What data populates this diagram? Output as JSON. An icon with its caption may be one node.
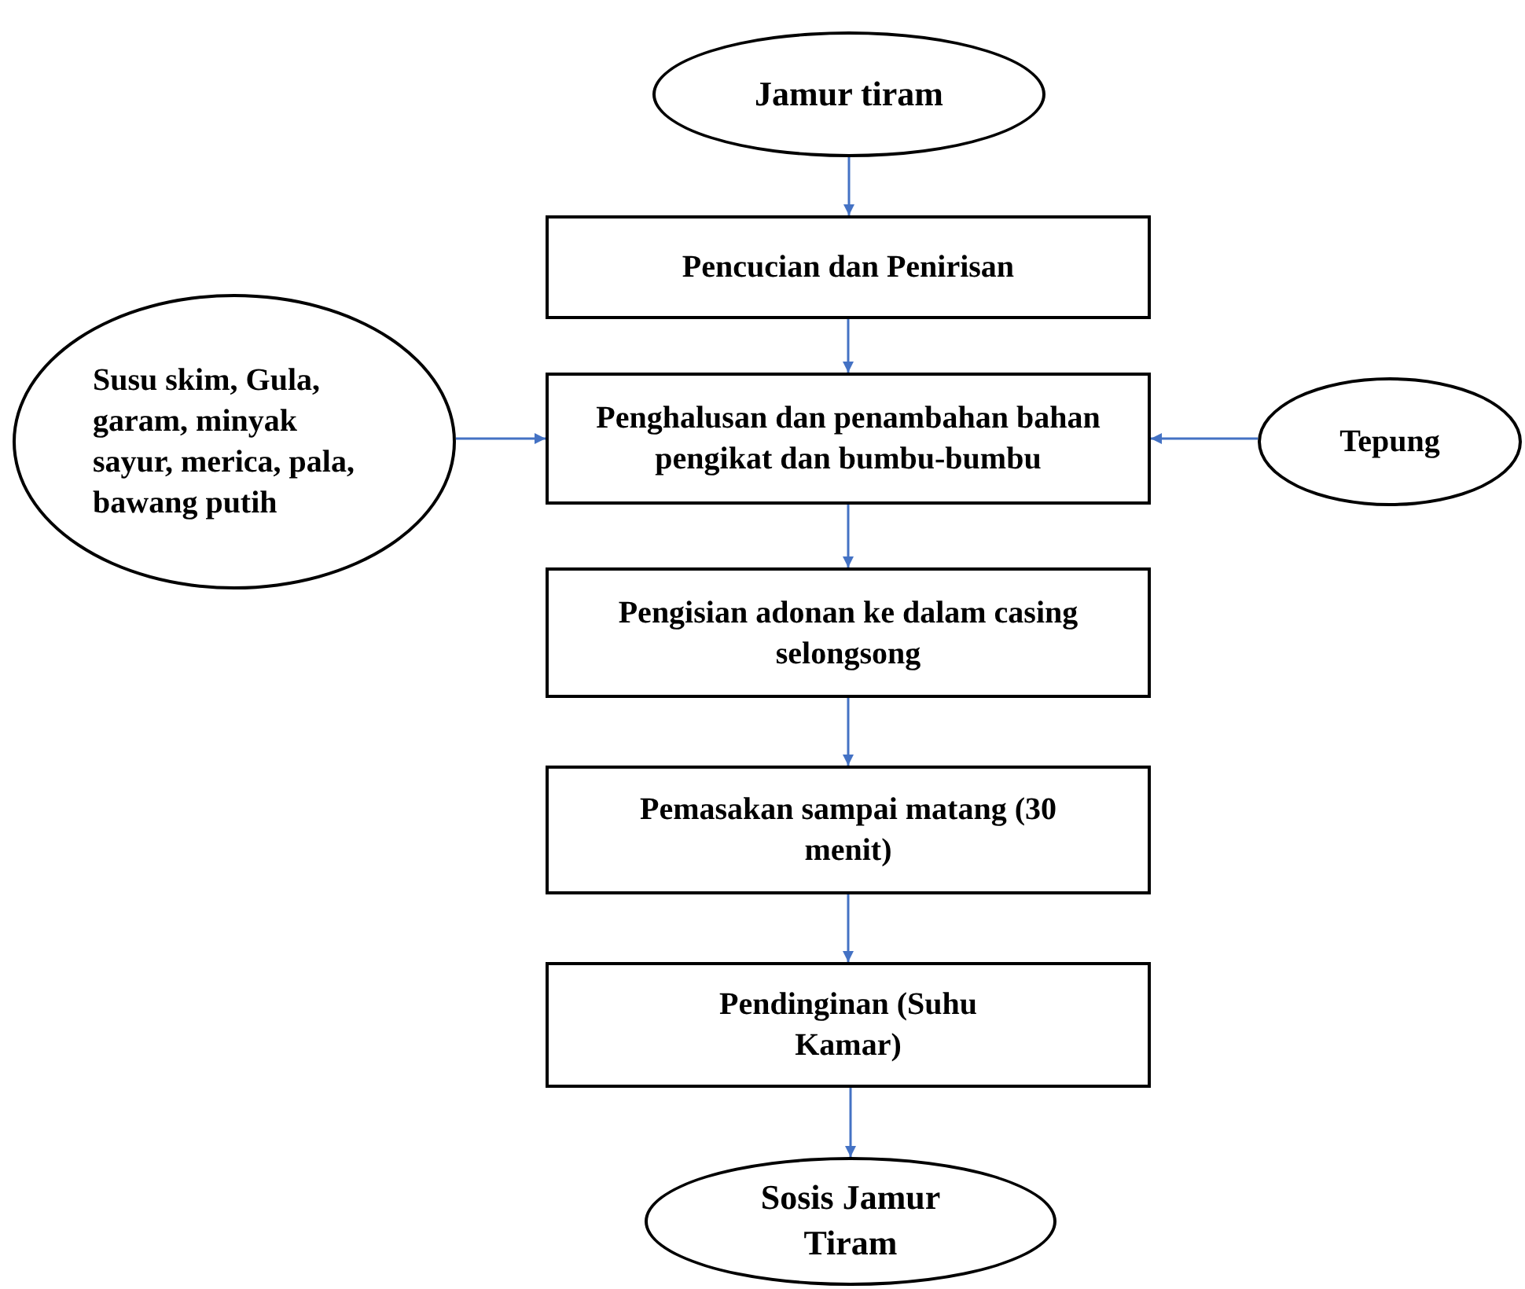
{
  "diagram": {
    "nodes": [
      {
        "text": [
          "Jamur tiram"
        ]
      },
      {
        "text": [
          "Pencucian dan Penirisan"
        ]
      },
      {
        "text": [
          "Susu skim, Gula, garam, minyak sayur, merica, pala, bawang putih"
        ]
      },
      {
        "text": [
          "Penghalusan dan penambahan bahan pengikat dan bumbu-bumbu"
        ]
      },
      {
        "text": [
          "Tepung"
        ]
      },
      {
        "text": [
          "Pengisian adonan ke dalam casing selongsong"
        ]
      },
      {
        "text": [
          "Pemasakan sampai matang (30 menit)"
        ]
      },
      {
        "text": [
          "Pendinginan (Suhu Kamar)"
        ]
      },
      {
        "text": [
          "Sosis Jamur Tiram"
        ]
      }
    ],
    "edges": [
      {
        "from": 0,
        "to": 1,
        "arrow": "to"
      },
      {
        "from": 1,
        "to": 3,
        "arrow": "to"
      },
      {
        "from": 2,
        "to": 3,
        "arrow": "to"
      },
      {
        "from": 4,
        "to": 3,
        "arrow": "to"
      },
      {
        "from": 3,
        "to": 5,
        "arrow": "to"
      },
      {
        "from": 5,
        "to": 6,
        "arrow": "to"
      },
      {
        "from": 6,
        "to": 7,
        "arrow": "to"
      },
      {
        "from": 7,
        "to": 8,
        "arrow": "to"
      }
    ]
  }
}
